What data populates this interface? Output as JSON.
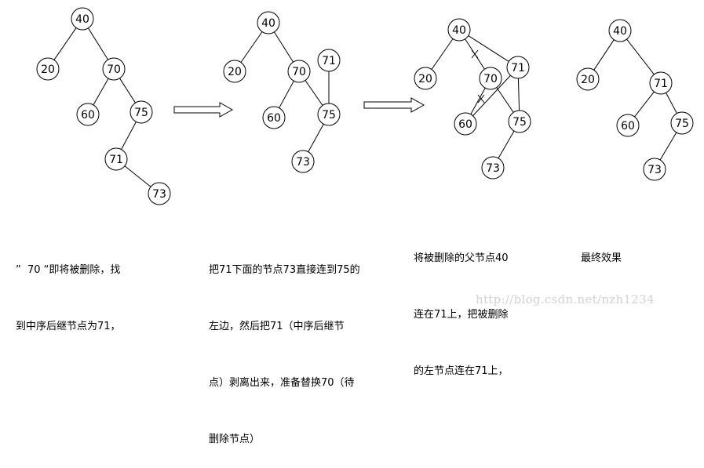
{
  "colors": {
    "stroke": "#000000",
    "node_fill": "#ffffff",
    "watermark": "#d2d2d2"
  },
  "trees": [
    {
      "id": "tree1",
      "nodes": [
        {
          "id": "n40",
          "label": "40"
        },
        {
          "id": "n20",
          "label": "20"
        },
        {
          "id": "n70",
          "label": "70"
        },
        {
          "id": "n60",
          "label": "60"
        },
        {
          "id": "n75",
          "label": "75"
        },
        {
          "id": "n71",
          "label": "71"
        },
        {
          "id": "n73",
          "label": "73"
        }
      ],
      "edges": [
        [
          "n40",
          "n20"
        ],
        [
          "n40",
          "n70"
        ],
        [
          "n70",
          "n60"
        ],
        [
          "n70",
          "n75"
        ],
        [
          "n75",
          "n71"
        ],
        [
          "n71",
          "n73"
        ]
      ]
    },
    {
      "id": "tree2",
      "nodes": [
        {
          "id": "n40",
          "label": "40"
        },
        {
          "id": "n20",
          "label": "20"
        },
        {
          "id": "n70",
          "label": "70"
        },
        {
          "id": "n71",
          "label": "71"
        },
        {
          "id": "n60",
          "label": "60"
        },
        {
          "id": "n75",
          "label": "75"
        },
        {
          "id": "n73",
          "label": "73"
        }
      ],
      "edges": [
        [
          "n40",
          "n20"
        ],
        [
          "n40",
          "n70"
        ],
        [
          "n70",
          "n60"
        ],
        [
          "n70",
          "n75"
        ],
        [
          "n71",
          "n75"
        ],
        [
          "n75",
          "n73"
        ]
      ]
    },
    {
      "id": "tree3",
      "nodes": [
        {
          "id": "n40",
          "label": "40"
        },
        {
          "id": "n20",
          "label": "20"
        },
        {
          "id": "n70",
          "label": "70"
        },
        {
          "id": "n71",
          "label": "71"
        },
        {
          "id": "n60",
          "label": "60"
        },
        {
          "id": "n75",
          "label": "75"
        },
        {
          "id": "n73",
          "label": "73"
        }
      ],
      "edges": [
        [
          "n40",
          "n20"
        ],
        [
          "n40",
          "n70"
        ],
        [
          "n40",
          "n71"
        ],
        [
          "n70",
          "n60"
        ],
        [
          "n70",
          "n75"
        ],
        [
          "n71",
          "n60"
        ],
        [
          "n71",
          "n75"
        ],
        [
          "n75",
          "n73"
        ]
      ]
    },
    {
      "id": "tree4",
      "nodes": [
        {
          "id": "n40",
          "label": "40"
        },
        {
          "id": "n20",
          "label": "20"
        },
        {
          "id": "n71",
          "label": "71"
        },
        {
          "id": "n60",
          "label": "60"
        },
        {
          "id": "n75",
          "label": "75"
        },
        {
          "id": "n73",
          "label": "73"
        }
      ],
      "edges": [
        [
          "n40",
          "n20"
        ],
        [
          "n40",
          "n71"
        ],
        [
          "n71",
          "n60"
        ],
        [
          "n71",
          "n75"
        ],
        [
          "n75",
          "n73"
        ]
      ]
    }
  ],
  "captions": [
    {
      "id": "cap1",
      "lines": [
        "”  70 “即将被删除，找",
        "到中序后继节点为71，"
      ]
    },
    {
      "id": "cap2",
      "lines": [
        "把71下面的节点73直接连到75的",
        "左边，然后把71（中序后继节",
        "点）剥离出来，准备替换70（待",
        "删除节点）"
      ]
    },
    {
      "id": "cap3",
      "lines": [
        "将被删除的父节点40",
        "连在71上，把被删除",
        "的左节点连在71上，"
      ]
    },
    {
      "id": "cap4",
      "lines": [
        "最终效果"
      ]
    }
  ],
  "watermark": "http://blog.csdn.net/nzh1234"
}
